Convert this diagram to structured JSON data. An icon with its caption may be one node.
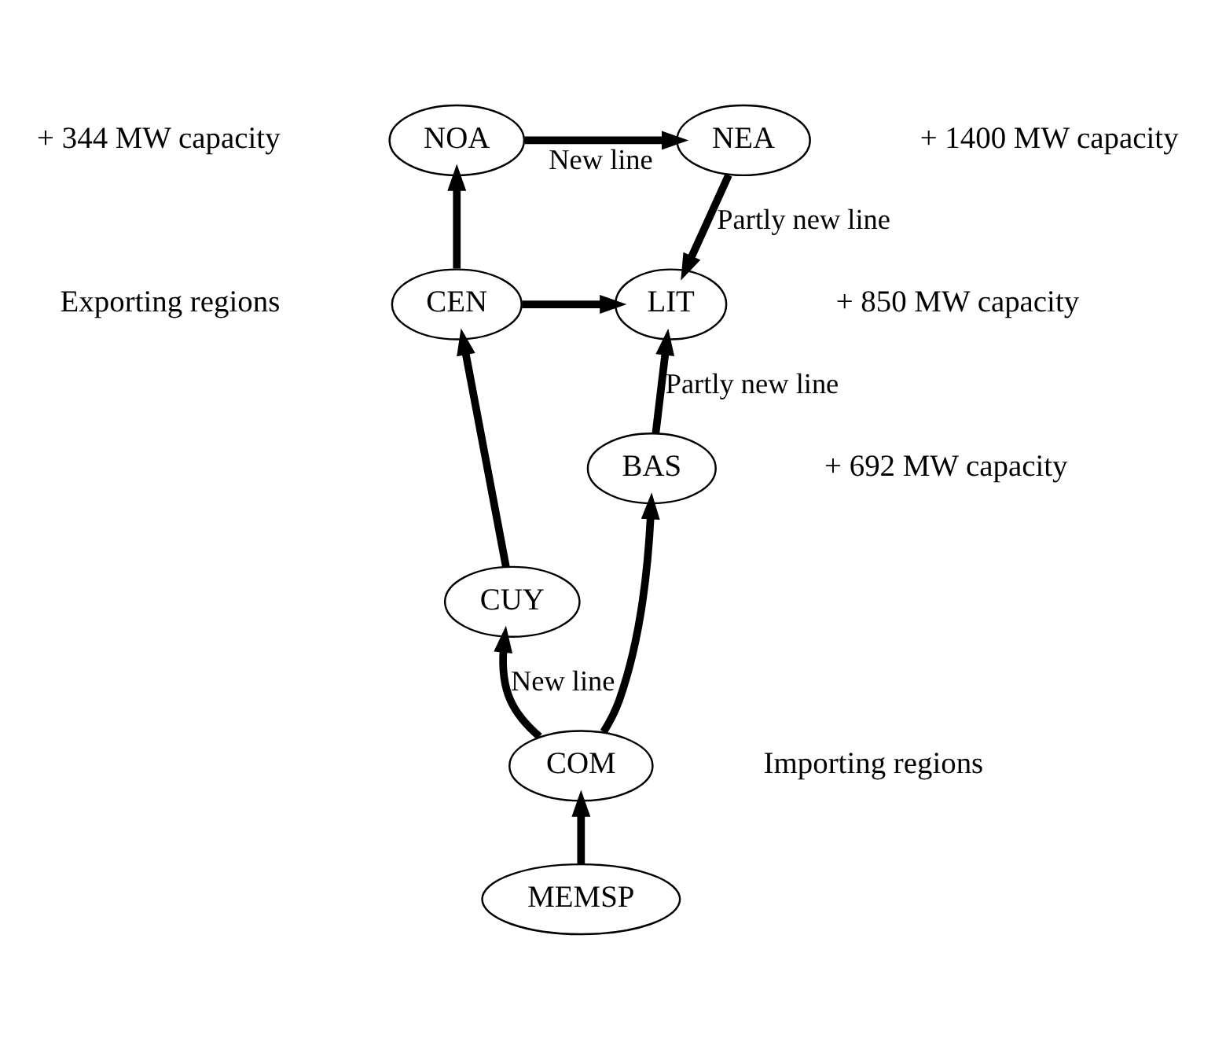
{
  "diagram": {
    "nodes": [
      {
        "text": [
          "NOA"
        ],
        "beside": [
          "+ 344 MW capacity"
        ]
      },
      {
        "text": [
          "NEA"
        ],
        "beside": [
          "+ 1400 MW capacity"
        ]
      },
      {
        "text": [
          "CEN"
        ]
      },
      {
        "text": [
          "LIT"
        ],
        "beside": [
          "+ 850 MW capacity"
        ]
      },
      {
        "text": [
          "CUY"
        ]
      },
      {
        "text": [
          "BAS"
        ],
        "beside": [
          "+ 692 MW capacity"
        ]
      },
      {
        "text": [
          "COM"
        ]
      },
      {
        "text": [
          "MEMSP"
        ]
      }
    ],
    "edges": [
      {
        "from": 0,
        "to": 1,
        "arrow": "to",
        "label": "New line"
      },
      {
        "from": 1,
        "to": 3,
        "arrow": "to",
        "label": "Partly new line"
      },
      {
        "from": 2,
        "to": 0,
        "arrow": "to"
      },
      {
        "from": 2,
        "to": 3,
        "arrow": "to"
      },
      {
        "from": 4,
        "to": 2,
        "arrow": "to"
      },
      {
        "from": 6,
        "to": 4,
        "arrow": "to",
        "label": "New line"
      },
      {
        "from": 6,
        "to": 5,
        "arrow": "to"
      },
      {
        "from": 5,
        "to": 3,
        "arrow": "to",
        "label": "Partly new line"
      },
      {
        "from": 7,
        "to": 6,
        "arrow": "to"
      }
    ],
    "labels": [
      "Exporting regions",
      "Importing regions"
    ]
  }
}
